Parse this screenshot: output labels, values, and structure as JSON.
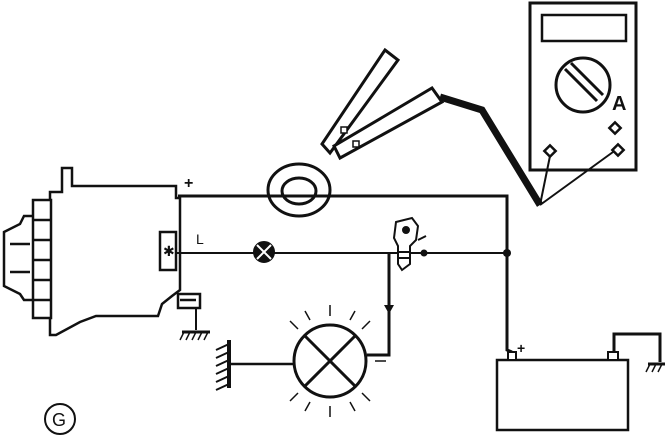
{
  "diagram": {
    "labels": {
      "meter_unit": "A",
      "alternator_terminal_L": "L",
      "plus_alternator": "+",
      "plus_battery": "+",
      "figure_letter": "G"
    },
    "colors": {
      "line": "#111111",
      "background": "#ffffff"
    },
    "components": [
      "clamp-ammeter",
      "multimeter",
      "alternator",
      "charge-indicator-lamp",
      "ignition-key-switch",
      "test-lamp",
      "battery",
      "ground"
    ]
  }
}
